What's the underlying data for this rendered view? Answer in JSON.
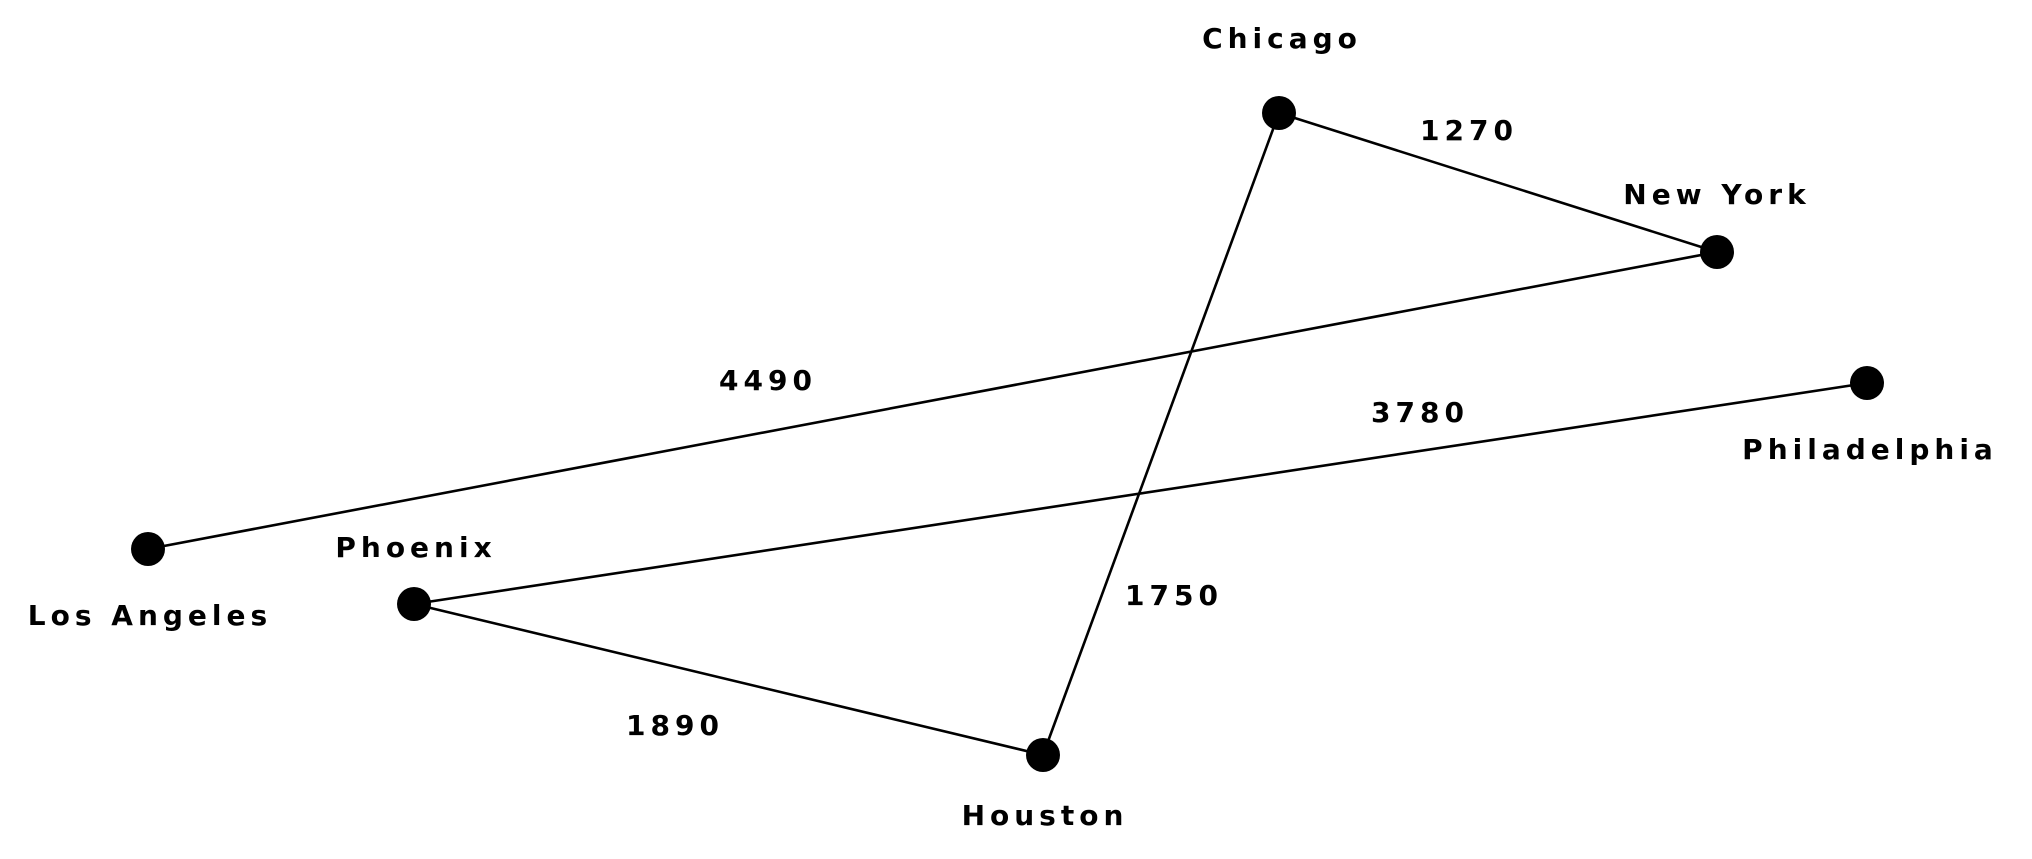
{
  "graph": {
    "nodes": [
      {
        "id": "chicago",
        "label": "Chicago"
      },
      {
        "id": "new-york",
        "label": "New York"
      },
      {
        "id": "philadelphia",
        "label": "Philadelphia"
      },
      {
        "id": "los-angeles",
        "label": "Los Angeles"
      },
      {
        "id": "phoenix",
        "label": "Phoenix"
      },
      {
        "id": "houston",
        "label": "Houston"
      }
    ],
    "edges": [
      {
        "id": "chicago-new-york",
        "from": "chicago",
        "to": "new-york",
        "weight": "1270"
      },
      {
        "id": "los-angeles-new-york",
        "from": "los-angeles",
        "to": "new-york",
        "weight": "4490"
      },
      {
        "id": "phoenix-philadelphia",
        "from": "phoenix",
        "to": "philadelphia",
        "weight": "3780"
      },
      {
        "id": "chicago-houston",
        "from": "chicago",
        "to": "houston",
        "weight": "1750"
      },
      {
        "id": "phoenix-houston",
        "from": "phoenix",
        "to": "houston",
        "weight": "1890"
      }
    ]
  }
}
